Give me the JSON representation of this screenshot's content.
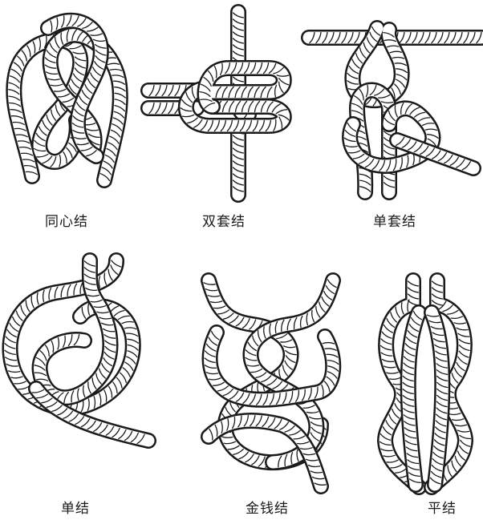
{
  "knots": [
    {
      "label": "同心结",
      "icon": "concentric-knot-icon"
    },
    {
      "label": "双套结",
      "icon": "double-loop-knot-icon"
    },
    {
      "label": "单套结",
      "icon": "single-loop-knot-icon"
    },
    {
      "label": "单结",
      "icon": "single-knot-icon"
    },
    {
      "label": "金钱结",
      "icon": "coin-knot-icon"
    },
    {
      "label": "平结",
      "icon": "reef-knot-icon"
    }
  ],
  "colors": {
    "ink": "#1a1a1a",
    "background": "#ffffff"
  }
}
